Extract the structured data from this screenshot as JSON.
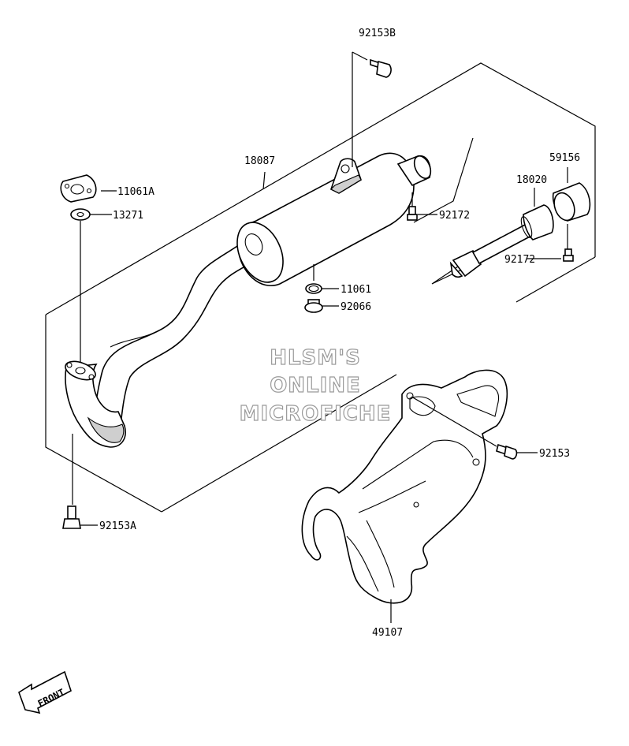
{
  "parts": {
    "p92153B": "92153B",
    "p18087": "18087",
    "p11061A": "11061A",
    "p13271": "13271",
    "p92172a": "92172",
    "p59156": "59156",
    "p18020": "18020",
    "p92172b": "92172",
    "p11061": "11061",
    "p92066": "92066",
    "p92153": "92153",
    "p92153A": "92153A",
    "p49107": "49107"
  },
  "watermark": {
    "line1": "HLSM'S",
    "line2": "ONLINE",
    "line3": "MICROFICHE"
  },
  "front_label": "FRONT"
}
